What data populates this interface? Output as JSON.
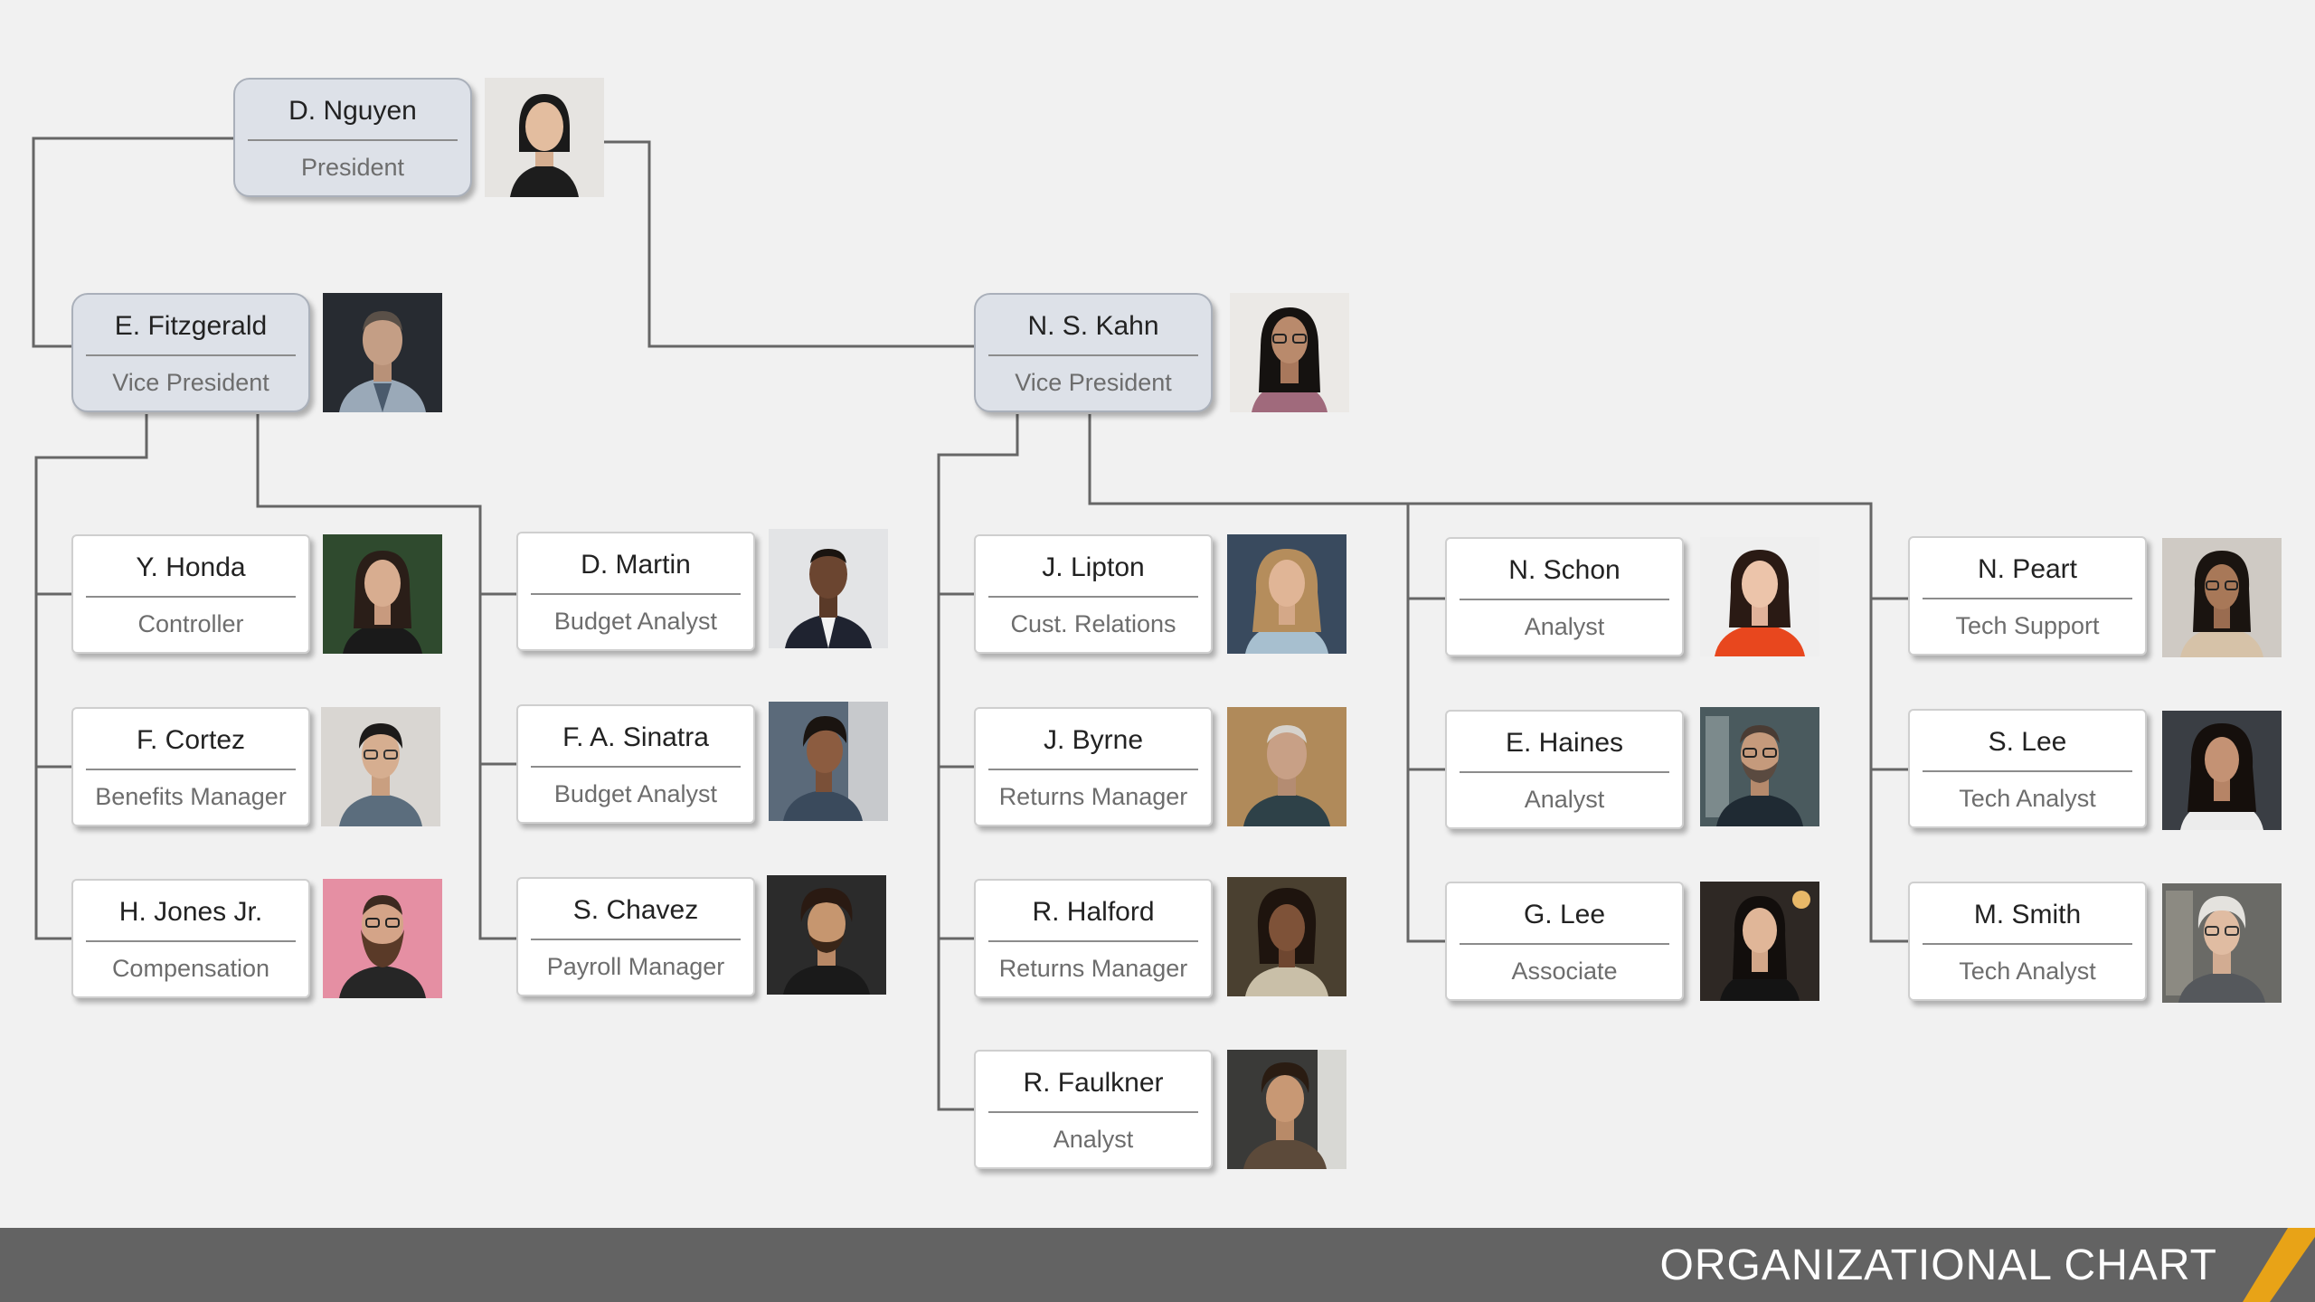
{
  "title": "ORGANIZATIONAL CHART",
  "colors": {
    "background": "#f1f1f1",
    "footer": "#636363",
    "accent": "#e8a317",
    "connector": "#666666",
    "exec_card": "#dde1e8"
  },
  "people": {
    "nguyen": {
      "name": "D. Nguyen",
      "role": "President"
    },
    "fitzgerald": {
      "name": "E. Fitzgerald",
      "role": "Vice President"
    },
    "kahn": {
      "name": "N. S. Kahn",
      "role": "Vice President"
    },
    "honda": {
      "name": "Y. Honda",
      "role": "Controller"
    },
    "cortez": {
      "name": "F. Cortez",
      "role": "Benefits Manager"
    },
    "jones": {
      "name": "H. Jones Jr.",
      "role": "Compensation"
    },
    "martin": {
      "name": "D. Martin",
      "role": "Budget Analyst"
    },
    "sinatra": {
      "name": "F. A. Sinatra",
      "role": "Budget Analyst"
    },
    "chavez": {
      "name": "S. Chavez",
      "role": "Payroll Manager"
    },
    "lipton": {
      "name": "J. Lipton",
      "role": "Cust. Relations"
    },
    "byrne": {
      "name": "J. Byrne",
      "role": "Returns Manager"
    },
    "halford": {
      "name": "R. Halford",
      "role": "Returns Manager"
    },
    "faulkner": {
      "name": "R. Faulkner",
      "role": "Analyst"
    },
    "schon": {
      "name": "N. Schon",
      "role": "Analyst"
    },
    "haines": {
      "name": "E. Haines",
      "role": "Analyst"
    },
    "glee": {
      "name": "G. Lee",
      "role": "Associate"
    },
    "peart": {
      "name": "N. Peart",
      "role": "Tech Support"
    },
    "slee": {
      "name": "S. Lee",
      "role": "Tech Analyst"
    },
    "smith": {
      "name": "M. Smith",
      "role": "Tech Analyst"
    }
  }
}
